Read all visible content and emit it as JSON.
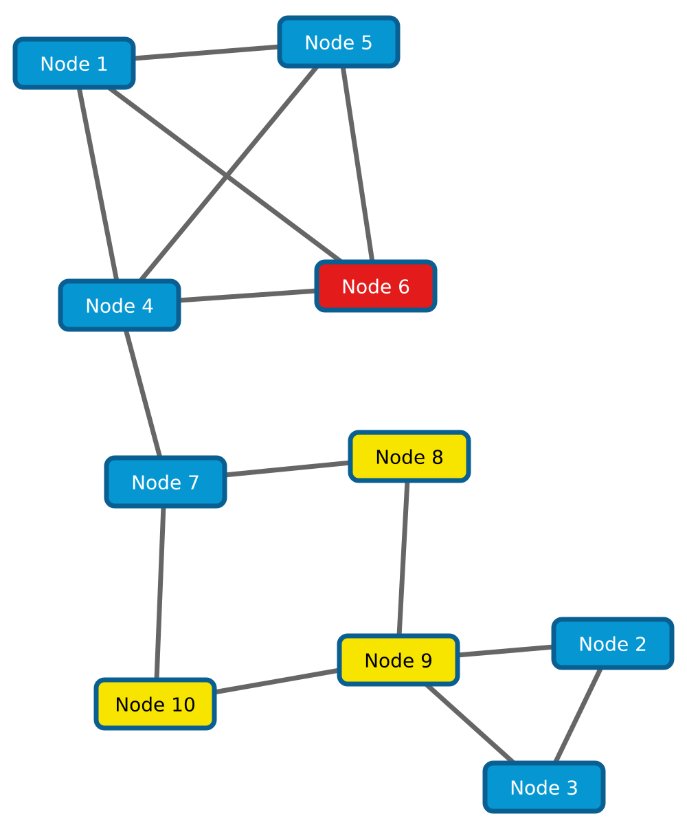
{
  "colors": {
    "edge": "#666666",
    "node_border": "#0a5f92",
    "blue": "#0697d3",
    "red": "#e31b1b",
    "yellow": "#f7e500",
    "text_light": "#ffffff",
    "text_dark": "#000000"
  },
  "nodes": [
    {
      "id": "n1",
      "label": "Node 1",
      "fill": "blue"
    },
    {
      "id": "n2",
      "label": "Node 2",
      "fill": "blue"
    },
    {
      "id": "n3",
      "label": "Node 3",
      "fill": "blue"
    },
    {
      "id": "n4",
      "label": "Node 4",
      "fill": "blue"
    },
    {
      "id": "n5",
      "label": "Node 5",
      "fill": "blue"
    },
    {
      "id": "n6",
      "label": "Node 6",
      "fill": "red"
    },
    {
      "id": "n7",
      "label": "Node 7",
      "fill": "blue"
    },
    {
      "id": "n8",
      "label": "Node 8",
      "fill": "yellow"
    },
    {
      "id": "n9",
      "label": "Node 9",
      "fill": "yellow"
    },
    {
      "id": "n10",
      "label": "Node 10",
      "fill": "yellow"
    }
  ],
  "edges": [
    {
      "from": "n1",
      "to": "n5"
    },
    {
      "from": "n1",
      "to": "n4"
    },
    {
      "from": "n1",
      "to": "n6"
    },
    {
      "from": "n5",
      "to": "n4"
    },
    {
      "from": "n5",
      "to": "n6"
    },
    {
      "from": "n4",
      "to": "n6"
    },
    {
      "from": "n4",
      "to": "n7"
    },
    {
      "from": "n7",
      "to": "n8"
    },
    {
      "from": "n7",
      "to": "n10"
    },
    {
      "from": "n8",
      "to": "n9"
    },
    {
      "from": "n10",
      "to": "n9"
    },
    {
      "from": "n9",
      "to": "n2"
    },
    {
      "from": "n9",
      "to": "n3"
    },
    {
      "from": "n2",
      "to": "n3"
    }
  ]
}
